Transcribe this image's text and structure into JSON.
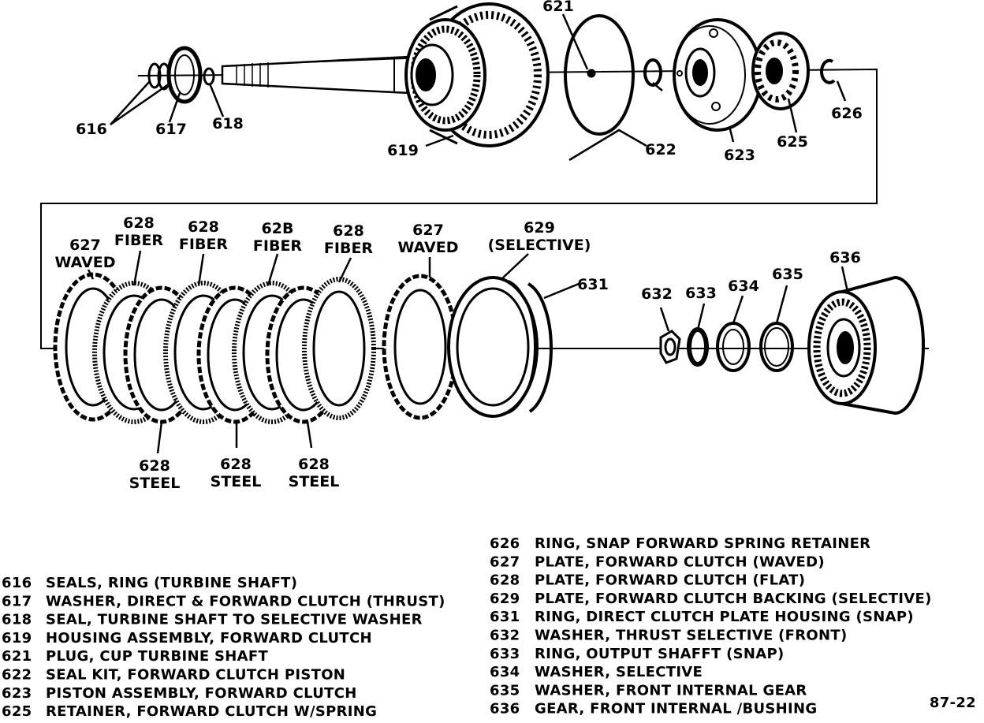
{
  "callouts": {
    "c616": "616",
    "c617": "617",
    "c618": "618",
    "c619": "619",
    "c621": "621",
    "c622": "622",
    "c623": "623",
    "c625": "625",
    "c626": "626",
    "c627a": "627",
    "c627a_sub": "WAVED",
    "c628a": "628",
    "c628a_sub": "FIBER",
    "c628b": "628",
    "c628b_sub": "FIBER",
    "c628c": "62B",
    "c628c_sub": "FIBER",
    "c628d": "628",
    "c628d_sub": "FIBER",
    "c627b": "627",
    "c627b_sub": "WAVED",
    "c629": "629",
    "c629_sub": "(SELECTIVE)",
    "c631": "631",
    "c632": "632",
    "c633": "633",
    "c634": "634",
    "c635": "635",
    "c636": "636",
    "s1": "628",
    "s1_sub": "STEEL",
    "s2": "628",
    "s2_sub": "STEEL",
    "s3": "628",
    "s3_sub": "STEEL"
  },
  "legend_left": [
    {
      "num": "616",
      "desc": "SEALS, RING (TURBINE SHAFT)"
    },
    {
      "num": "617",
      "desc": "WASHER, DIRECT & FORWARD CLUTCH (THRUST)"
    },
    {
      "num": "618",
      "desc": "SEAL, TURBINE SHAFT TO SELECTIVE WASHER"
    },
    {
      "num": "619",
      "desc": "HOUSING ASSEMBLY, FORWARD CLUTCH"
    },
    {
      "num": "621",
      "desc": "PLUG, CUP TURBINE SHAFT"
    },
    {
      "num": "622",
      "desc": "SEAL KIT, FORWARD CLUTCH PISTON"
    },
    {
      "num": "623",
      "desc": "PISTON ASSEMBLY, FORWARD CLUTCH"
    },
    {
      "num": "625",
      "desc": "RETAINER, FORWARD CLUTCH W/SPRING"
    }
  ],
  "legend_right": [
    {
      "num": "626",
      "desc": "RING, SNAP FORWARD SPRING RETAINER"
    },
    {
      "num": "627",
      "desc": "PLATE, FORWARD CLUTCH (WAVED)"
    },
    {
      "num": "628",
      "desc": "PLATE, FORWARD CLUTCH (FLAT)"
    },
    {
      "num": "629",
      "desc": "PLATE, FORWARD CLUTCH BACKING (SELECTIVE)"
    },
    {
      "num": "631",
      "desc": "RING, DIRECT CLUTCH PLATE HOUSING (SNAP)"
    },
    {
      "num": "632",
      "desc": "WASHER, THRUST SELECTIVE (FRONT)"
    },
    {
      "num": "633",
      "desc": "RING, OUTPUT SHAFFT (SNAP)"
    },
    {
      "num": "634",
      "desc": "WASHER, SELECTIVE"
    },
    {
      "num": "635",
      "desc": "WASHER, FRONT INTERNAL GEAR"
    },
    {
      "num": "636",
      "desc": "GEAR, FRONT INTERNAL /BUSHING"
    }
  ],
  "figure_code": "87-22"
}
